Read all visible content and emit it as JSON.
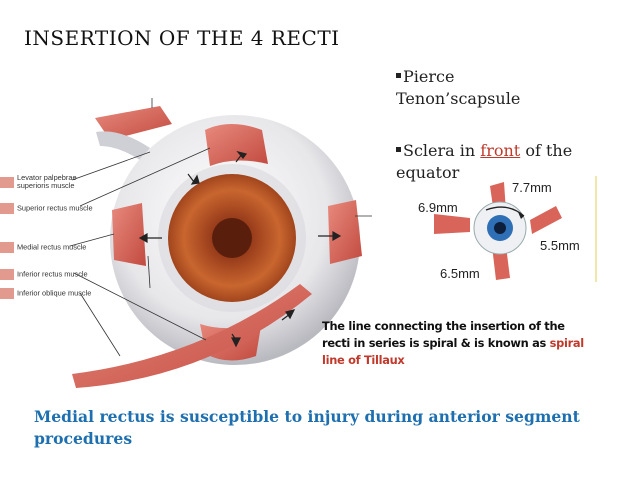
{
  "title": "INSERTION  OF THE  4 RECTI",
  "bullets": {
    "pierce_line1": "Pierce",
    "pierce_line2": "Tenon’scapsule",
    "sclera_pre": "Sclera in ",
    "sclera_front": "front",
    "sclera_post": " of the",
    "sclera_line2": "equator"
  },
  "anatomy_labels": {
    "levator_line1": "Levator palpebrae",
    "levator_line2": "superioris muscle",
    "superior_rectus": "Superior rectus muscle",
    "medial_rectus": "Medial rectus muscle",
    "inferior_rectus": "Inferior rectus muscle",
    "inferior_oblique": "Inferior oblique muscle"
  },
  "measurements": {
    "superior": "7.7mm",
    "medial": "6.9mm",
    "lateral": "5.5mm",
    "inferior": "6.5mm"
  },
  "tillaux": {
    "line1": "The line connecting the insertion of the",
    "line2_pre": "recti in series is spiral & is known as ",
    "line2_red": "spiral",
    "line3_red": "line of Tillaux"
  },
  "footer": {
    "line1": "Medial rectus is susceptible to injury during anterior segment",
    "line2": "procedures"
  },
  "colors": {
    "muscle": "#d9645a",
    "label_swatch": "#e29a8e",
    "accent_red": "#c0392b",
    "footer_blue": "#1e6fb0",
    "iris": "#b8582e"
  }
}
